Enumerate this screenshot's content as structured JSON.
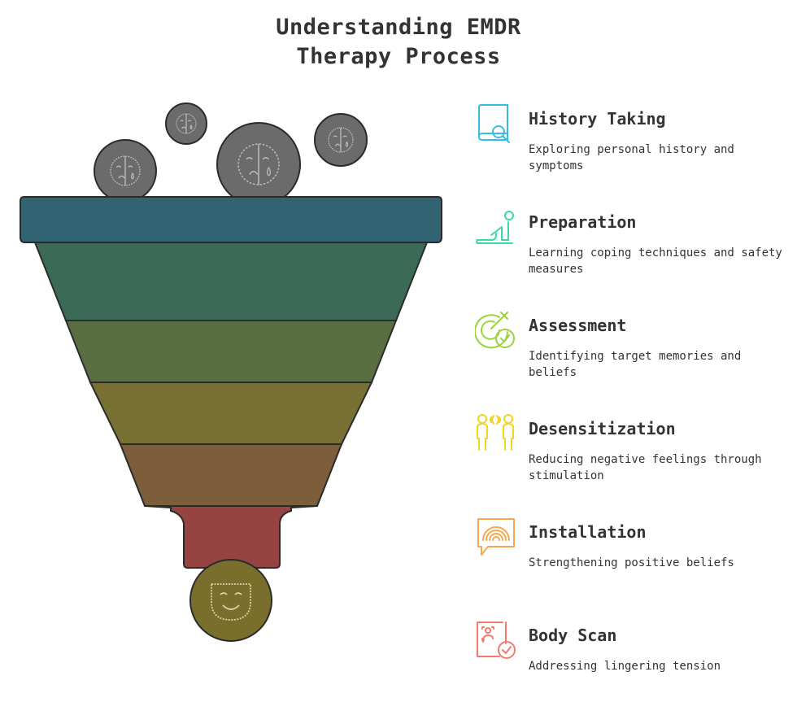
{
  "title_line1": "Understanding EMDR",
  "title_line2": "Therapy Process",
  "colors": {
    "band1": "#316372",
    "band2": "#3b6b57",
    "band3": "#596f41",
    "band4": "#787033",
    "band5": "#7d5e3a",
    "spout": "#974341",
    "output_ball": "#7a6e2c",
    "input_ball": "#6b6b6b",
    "outline": "#2b2b2b"
  },
  "input_icons": [
    "sad-face-icon",
    "sad-face-icon",
    "sad-face-icon",
    "sad-face-icon"
  ],
  "output_icon": "smiling-face-icon",
  "steps": [
    {
      "label": "History Taking",
      "desc": "Exploring personal history and symptoms",
      "icon": "book-search-icon",
      "color": "#37bde4"
    },
    {
      "label": "Preparation",
      "desc": "Learning coping techniques and safety measures",
      "icon": "meditation-icon",
      "color": "#3ad8a2"
    },
    {
      "label": "Assessment",
      "desc": "Identifying target memories and beliefs",
      "icon": "target-check-icon",
      "color": "#9bd33a"
    },
    {
      "label": "Desensitization",
      "desc": "Reducing negative feelings through stimulation",
      "icon": "people-signal-icon",
      "color": "#f1d51f"
    },
    {
      "label": "Installation",
      "desc": "Strengthening positive beliefs",
      "icon": "rainbow-message-icon",
      "color": "#f6a84e"
    },
    {
      "label": "Body Scan",
      "desc": "Addressing lingering tension",
      "icon": "body-scan-check-icon",
      "color": "#f27a6e"
    }
  ]
}
